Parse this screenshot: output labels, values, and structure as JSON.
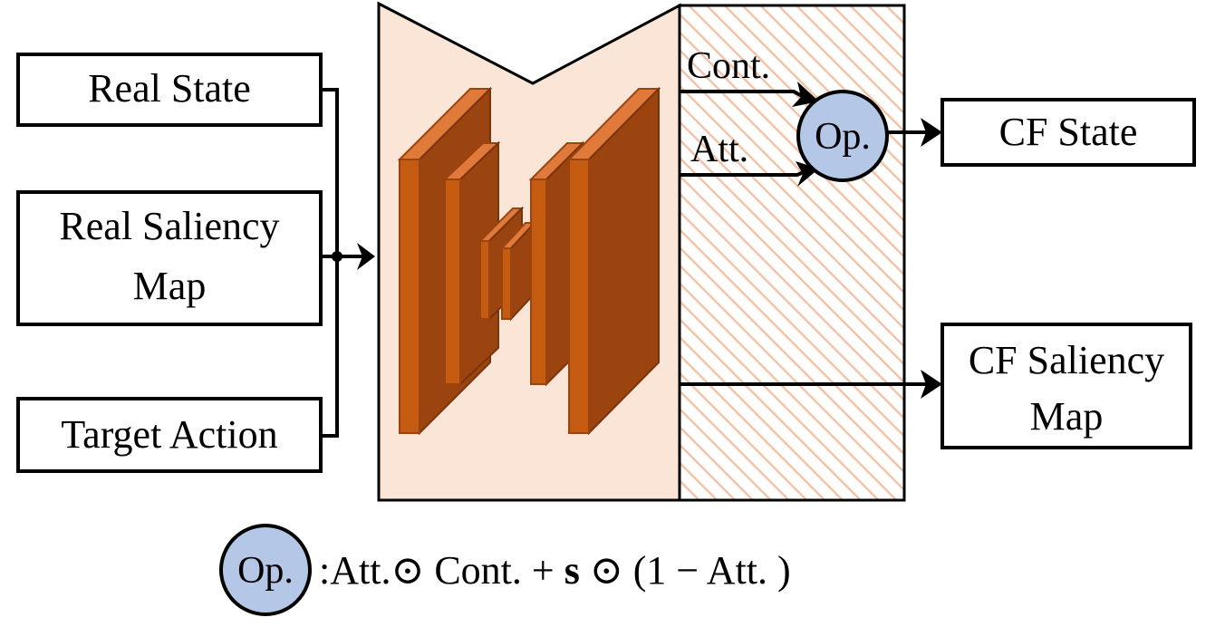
{
  "inputs": {
    "real_state": "Real State",
    "real_saliency_line1": "Real Saliency",
    "real_saliency_line2": "Map",
    "target_action": "Target Action"
  },
  "branches": {
    "cont": "Cont.",
    "att": "Att."
  },
  "op_node": "Op.",
  "outputs": {
    "cf_state": "CF State",
    "cf_saliency_line1": "CF Saliency",
    "cf_saliency_line2": "Map"
  },
  "legend": {
    "op": "Op.",
    "prefix": ":Att.",
    "odot1": "⊙",
    "cont": " Cont. + ",
    "s": "s",
    "odot2": " ⊙ ",
    "tail": "(1 − Att. )"
  },
  "colors": {
    "network_fill": "#fbe5d6",
    "layer_front": "#c55a11",
    "layer_side": "#9c4410",
    "layer_top": "#e07a3a",
    "hatch": "#f4c4a8",
    "op_fill": "#b4c7e7"
  }
}
